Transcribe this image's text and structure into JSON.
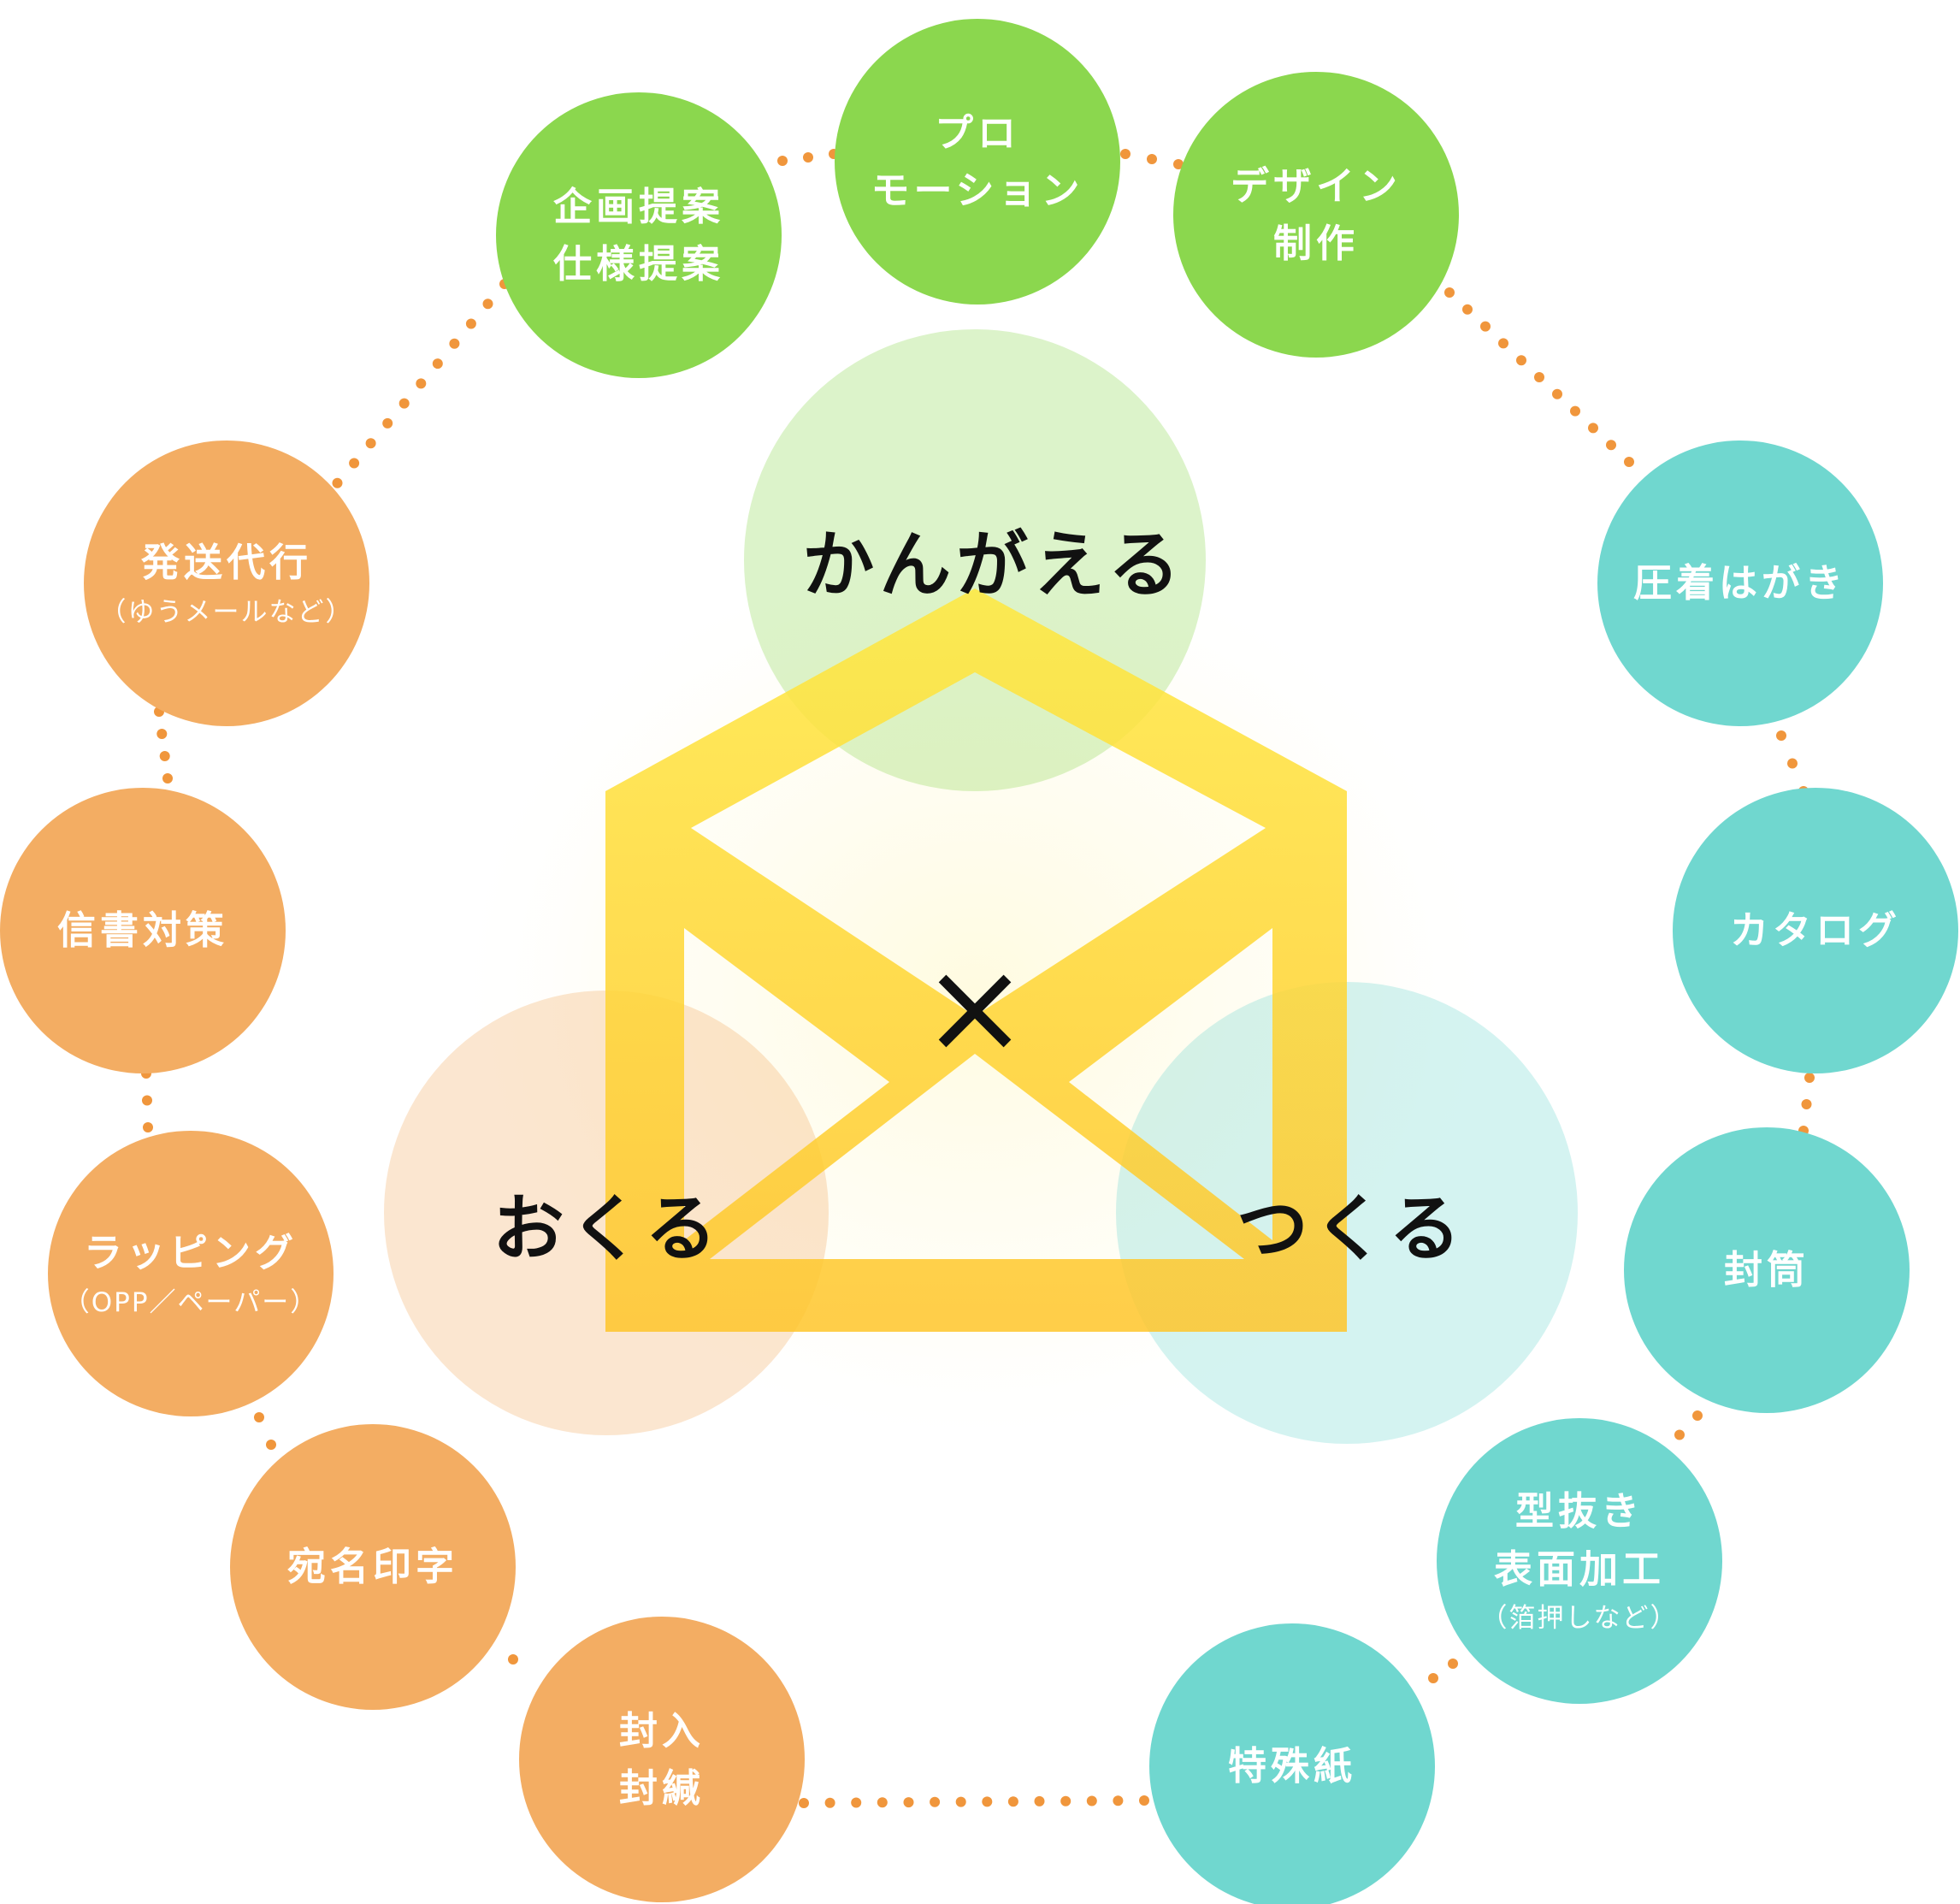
{
  "center": {
    "top_label": "かんがえる",
    "left_label": "おくる",
    "right_label": "つくる",
    "cross": "×"
  },
  "nodes": {
    "planning": {
      "line1": "企画提案",
      "line2": "仕様提案"
    },
    "promotion": {
      "line1": "プロ",
      "line2": "モーション"
    },
    "design": {
      "line1": "デザイン",
      "line2": "制作"
    },
    "pressure_postcard": {
      "line1": "圧着はがき"
    },
    "catalog": {
      "line1": "カタログ"
    },
    "envelope": {
      "line1": "封筒"
    },
    "die_cut": {
      "line1": "型抜き",
      "line2": "表面加工",
      "note": "（箔押しなど）"
    },
    "special_paper": {
      "line1": "特殊紙"
    },
    "insert_seal": {
      "line1": "封入",
      "line2": "封緘"
    },
    "address_print": {
      "line1": "宛名印字"
    },
    "wrapping": {
      "line1": "ラッピング",
      "note": "（OPP／ペーパー）"
    },
    "letter_measures": {
      "line1": "信書対策"
    },
    "shipping": {
      "line1": "発送代行",
      "note": "（ゆうメールなど）"
    }
  },
  "colors": {
    "think": "#8bd74e",
    "send": "#f3ad63",
    "make": "#70d7cf",
    "dots": "#f0963c",
    "envelope": "#ffe23a"
  }
}
